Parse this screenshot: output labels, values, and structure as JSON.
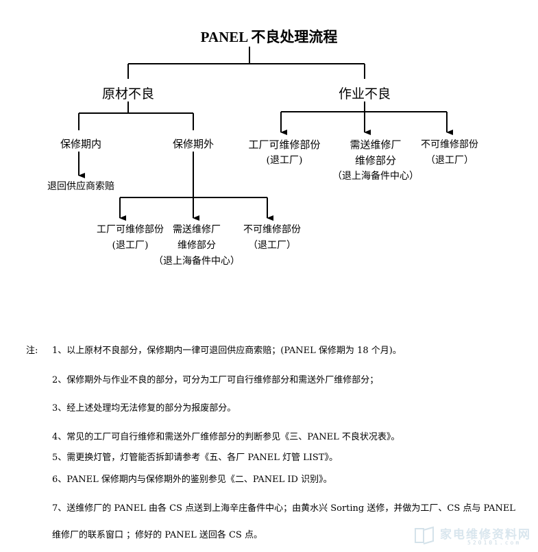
{
  "title": "PANEL 不良处理流程",
  "branches": {
    "raw": {
      "label": "原材不良",
      "in_warranty": {
        "label": "保修期内",
        "result": "退回供应商索赔"
      },
      "out_warranty": {
        "label": "保修期外",
        "options": [
          {
            "line1": "工厂可维修部份",
            "line2": "(退工厂)"
          },
          {
            "line1": "需送维修厂",
            "line2": "维修部分",
            "line3": "（退上海备件中心）"
          },
          {
            "line1": "不可维修部份",
            "line2": "（退工厂）"
          }
        ]
      }
    },
    "work": {
      "label": "作业不良",
      "options": [
        {
          "line1": "工厂可维修部份",
          "line2": "(退工厂)"
        },
        {
          "line1": "需送维修厂",
          "line2": "维修部分",
          "line3": "（退上海备件中心）"
        },
        {
          "line1": "不可维修部份",
          "line2": "（退工厂）"
        }
      ]
    }
  },
  "notes": {
    "prefix": "注:",
    "items": [
      "1、以上原材不良部分，保修期内一律可退回供应商索赔；(PANEL 保修期为 18 个月)。",
      "2、保修期外与作业不良的部分，可分为工厂可自行维修部分和需送外厂维修部分；",
      "3、经上述处理均无法修复的部分为报废部分。",
      "4、常见的工厂可自行维修和需送外厂维修部分的判断参见《三、PANEL 不良状况表》。",
      "5、需更换灯管，灯管能否拆卸请参考《五、各厂 PANEL 灯管 LIST》。",
      "6、PANEL 保修期内与保修期外的鉴别参见《二、PANEL ID 识别》。",
      "7、送维修厂的 PANEL 由各 CS 点送到上海辛庄备件中心；由黄水兴 Sorting 送修，并做为工厂、CS 点与 PANEL",
      "维修厂的联系窗口 ；修好的 PANEL 送回各 CS 点。"
    ]
  },
  "watermark": {
    "text": "家电维修资料网",
    "url": "520101.com"
  }
}
